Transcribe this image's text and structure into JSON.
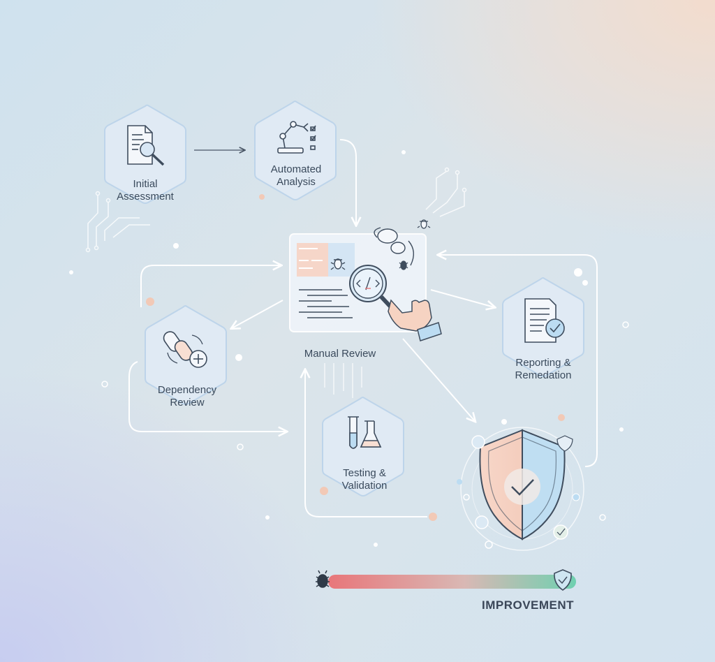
{
  "steps": {
    "initial": "Initial Assessment",
    "automated": "Automated Analysis",
    "manual": "Manual Review",
    "dependency": "Dependency Review",
    "testing": "Testing & Validation",
    "reporting": "Reporting & Remedation"
  },
  "steps_lines": {
    "initial": [
      "Initial",
      "Assessment"
    ],
    "automated": [
      "Automated",
      "Analysis"
    ],
    "dependency": [
      "Dependency",
      "Review"
    ],
    "testing": [
      "Testing &",
      "Validation"
    ],
    "reporting": [
      "Reporting &",
      "Remedation"
    ]
  },
  "improvement_bar": {
    "label": "IMPROVEMENT",
    "start_icon": "bug-icon",
    "end_icon": "shield-check-icon",
    "start_color": "#e8767a",
    "end_color": "#6fd0b0"
  },
  "colors": {
    "hex_fill": "#dfe9f4",
    "hex_stroke": "#b9d2ea",
    "icon_stroke": "#3f4d5e",
    "connector": "#ffffff",
    "accent_peach": "#f6cdb8",
    "accent_blue": "#bcdcf2"
  }
}
